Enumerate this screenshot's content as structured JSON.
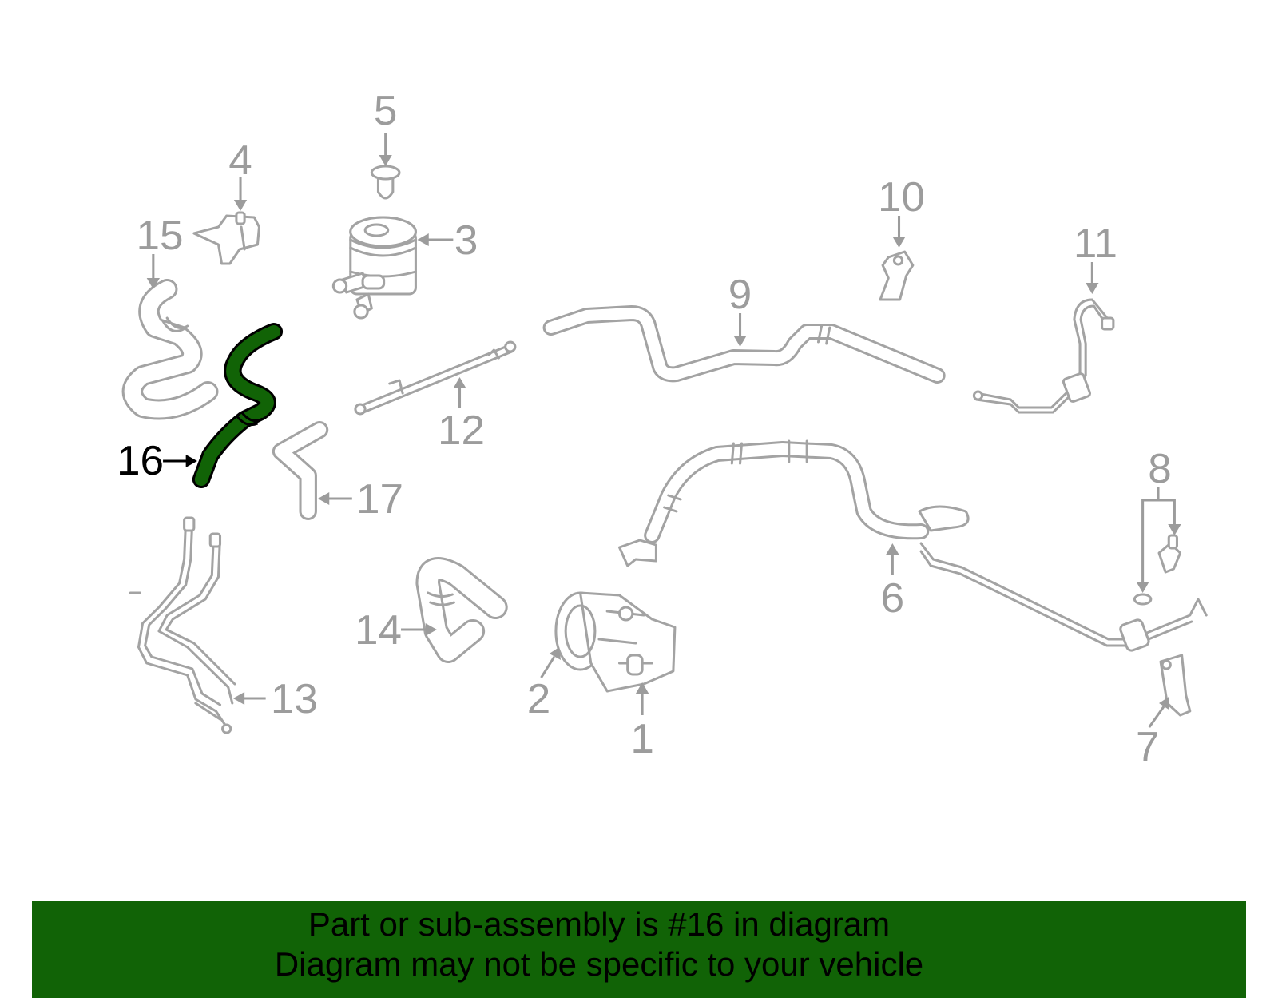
{
  "diagram": {
    "title": "Power steering parts diagram",
    "highlighted_part": "16",
    "highlight_color": "#116306",
    "part_color": "#a3a3a3",
    "labels": [
      {
        "id": "1",
        "text": "1"
      },
      {
        "id": "2",
        "text": "2"
      },
      {
        "id": "3",
        "text": "3"
      },
      {
        "id": "4",
        "text": "4"
      },
      {
        "id": "5",
        "text": "5"
      },
      {
        "id": "6",
        "text": "6"
      },
      {
        "id": "7",
        "text": "7"
      },
      {
        "id": "8",
        "text": "8"
      },
      {
        "id": "9",
        "text": "9"
      },
      {
        "id": "10",
        "text": "10"
      },
      {
        "id": "11",
        "text": "11"
      },
      {
        "id": "12",
        "text": "12"
      },
      {
        "id": "13",
        "text": "13"
      },
      {
        "id": "14",
        "text": "14"
      },
      {
        "id": "15",
        "text": "15"
      },
      {
        "id": "16",
        "text": "16"
      },
      {
        "id": "17",
        "text": "17"
      }
    ]
  },
  "banner": {
    "line1": "Part or sub-assembly is #16 in diagram",
    "line2": "Diagram may not be specific to your vehicle",
    "background": "#116306"
  }
}
